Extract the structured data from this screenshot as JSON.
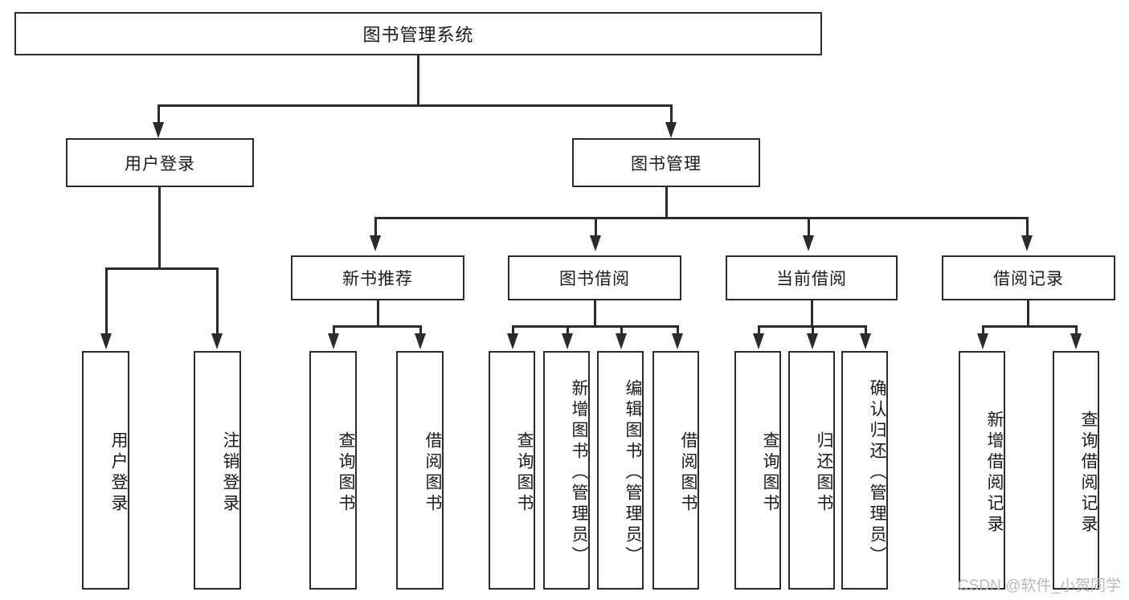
{
  "diagram": {
    "type": "tree-hierarchy-functional-decomposition",
    "root": {
      "label": "图书管理系统"
    },
    "level2": [
      {
        "label": "用户登录"
      },
      {
        "label": "图书管理"
      }
    ],
    "level3": [
      {
        "label": "新书推荐"
      },
      {
        "label": "图书借阅"
      },
      {
        "label": "当前借阅"
      },
      {
        "label": "借阅记录"
      }
    ],
    "leaves": {
      "user_login": [
        {
          "label": "用户登录"
        },
        {
          "label": "注销登录"
        }
      ],
      "new_book_recommend": [
        {
          "label": "查询图书"
        },
        {
          "label": "借阅图书"
        }
      ],
      "book_borrow": [
        {
          "label": "查询图书"
        },
        {
          "label": "新增图书（管理员）"
        },
        {
          "label": "编辑图书（管理员）"
        },
        {
          "label": "借阅图书"
        }
      ],
      "current_borrow": [
        {
          "label": "查询图书"
        },
        {
          "label": "归还图书"
        },
        {
          "label": "确认归还（管理员）"
        }
      ],
      "borrow_records": [
        {
          "label": "新增借阅记录"
        },
        {
          "label": "查询借阅记录"
        }
      ]
    }
  },
  "watermark": {
    "text": "CSDN @软件_小贺同学"
  },
  "colors": {
    "stroke": "#2b2b2b",
    "background": "#ffffff",
    "text": "#1a1a1a",
    "watermark": "#b9b9b9"
  }
}
